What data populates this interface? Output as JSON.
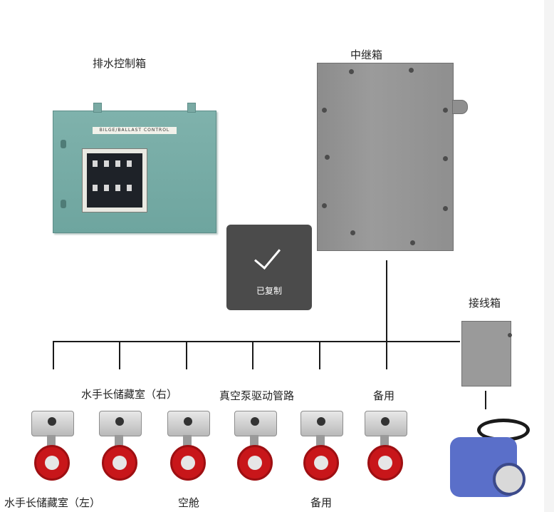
{
  "labels": {
    "drain_control_box": "排水控制箱",
    "relay_box": "中继箱",
    "junction_box": "接线箱",
    "sailor_storage_right": "水手长储藏室（右）",
    "vacuum_pump_pipe": "真空泵驱动管路",
    "spare_top": "备用",
    "sailor_storage_left": "水手长储藏室（左）",
    "empty_cabin": "空舱",
    "spare_bottom": "备用"
  },
  "control_box": {
    "nameplate": "BILGE/BALLAST CONTROL"
  },
  "toast": {
    "text": "已复制",
    "icon": "check-icon"
  },
  "colors": {
    "control_box": "#7fb2ac",
    "relay_box": "#969696",
    "valve_body": "#c8161a",
    "electric_actuator": "#5a6fc9",
    "toast_bg": "#3c3c3c"
  }
}
